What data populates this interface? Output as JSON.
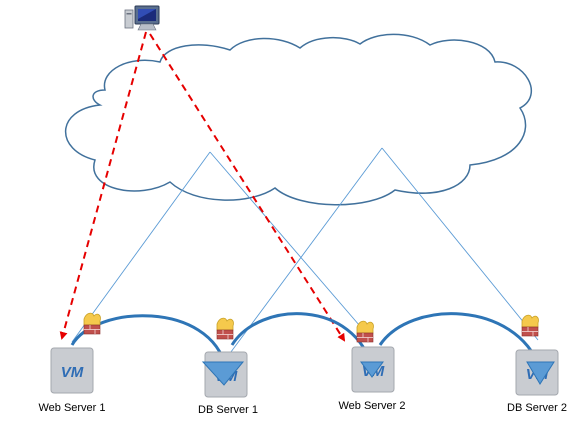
{
  "colors": {
    "cloud_fill": "#ffffff",
    "cloud_stroke": "#41719c",
    "link_line": "#5b9bd5",
    "arc": "#2e75b6",
    "dashed_path": "#e60000",
    "vm_box": "#c9ccd1",
    "vm_text": "#2f6db5",
    "firewall": "#f5c94c",
    "firewall_bricks": "#c0504d"
  },
  "icons": {
    "client": "computer-monitor-icon",
    "firewall": "firewall-icon",
    "vm": "vm-icon",
    "arc_arrow": "curved-arrow-icon"
  },
  "servers": [
    {
      "label": "Web Server 1",
      "vm_text": "VM"
    },
    {
      "label": "DB Server 1",
      "vm_text": "VM"
    },
    {
      "label": "Web Server 2",
      "vm_text": "VM"
    },
    {
      "label": "DB Server 2",
      "vm_text": "VM"
    }
  ]
}
